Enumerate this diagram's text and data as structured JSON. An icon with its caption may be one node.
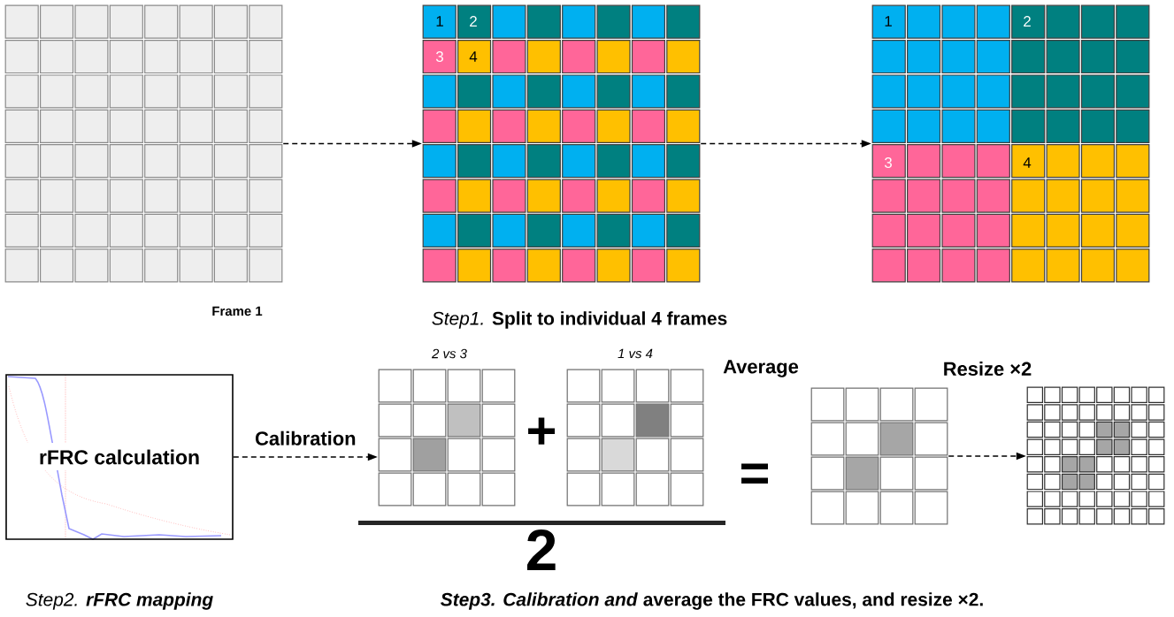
{
  "diagram": {
    "nodes": [
      {
        "text": [],
        "shape": "picture",
        "beside": [
          "Frame 1"
        ]
      },
      {
        "text": [],
        "shape": "picture"
      },
      {
        "text": [],
        "shape": "picture"
      },
      {
        "text": [
          "rFRC calculation"
        ]
      },
      {
        "text": [],
        "shape": "picture",
        "beside": [
          "*2 vs 3*"
        ]
      },
      {
        "text": [],
        "shape": "picture",
        "beside": [
          "*1 vs 4*"
        ]
      },
      {
        "text": [],
        "shape": "picture"
      },
      {
        "text": [],
        "shape": "picture",
        "beside": [
          "Resize ×2"
        ]
      }
    ],
    "edges": [
      {
        "from": 0,
        "to": 1,
        "arrow": "to"
      },
      {
        "from": 1,
        "to": 2,
        "arrow": "to"
      },
      {
        "from": 3,
        "to": 4,
        "arrow": "to",
        "label": "Calibration"
      },
      {
        "from": 6,
        "to": 7,
        "arrow": "to"
      }
    ],
    "labels": [
      "1",
      "2",
      "1",
      "2",
      "3",
      "4",
      "3",
      "4",
      "*Step1.* **Split to individual 4 frames**",
      "Average",
      "+",
      "=",
      "2",
      "Step2. **rFRC mapping**",
      "*Step3.* *Calibration and* average the FRC values, and resize ×2."
    ]
  }
}
